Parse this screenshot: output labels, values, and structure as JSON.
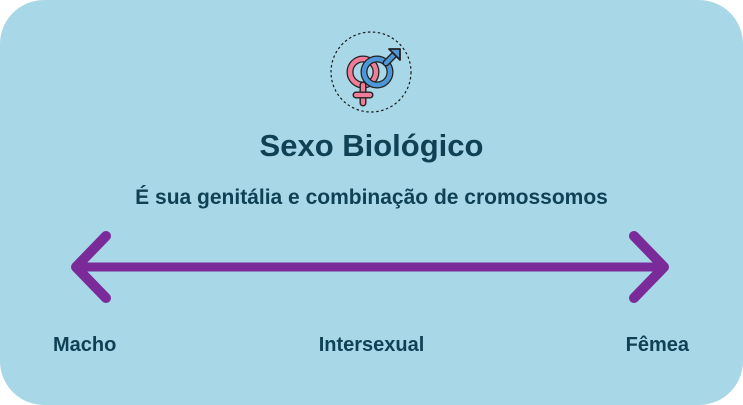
{
  "header": {
    "icon": "gender-symbols-icon",
    "title": "Sexo Biológico",
    "subtitle": "É sua genitália e combinação de cromossomos"
  },
  "spectrum": {
    "left_label": "Macho",
    "middle_label": "Intersexual",
    "right_label": "Fêmea"
  },
  "colors": {
    "background": "#a8d7e7",
    "text": "#0f4155",
    "arrow": "#7b2a9a",
    "female_symbol": "#f07c98",
    "male_symbol": "#4d97d6"
  }
}
